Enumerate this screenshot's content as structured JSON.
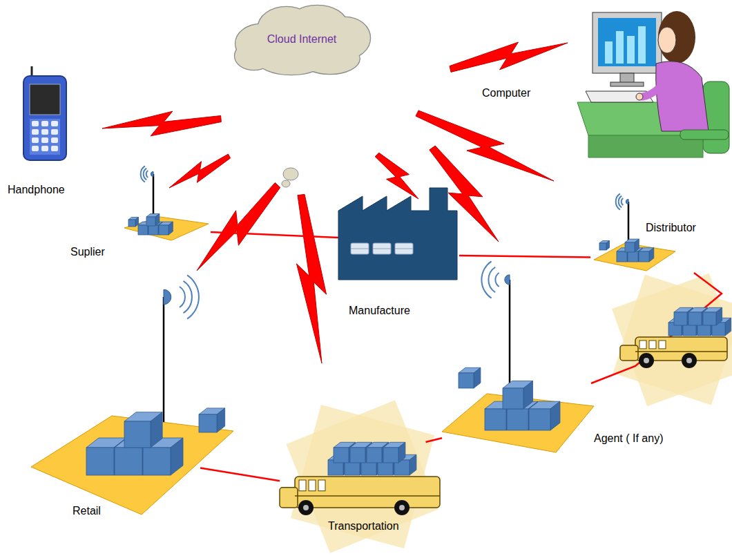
{
  "diagram": {
    "nodes": [
      {
        "text": [
          "Cloud Internet"
        ]
      },
      {
        "text": [
          "Handphone"
        ]
      },
      {
        "text": [
          "Computer"
        ]
      },
      {
        "text": [
          "Suplier"
        ]
      },
      {
        "text": [
          "Manufacture"
        ]
      },
      {
        "text": [
          "Distributor"
        ]
      },
      {
        "text": [
          "Agent ( If any)"
        ]
      },
      {
        "text": [
          "Transportation"
        ]
      },
      {
        "text": [
          "Retail"
        ]
      }
    ],
    "edges": [
      {
        "from": 3,
        "to": 4,
        "arrow": "none"
      },
      {
        "from": 4,
        "to": 5,
        "arrow": "none"
      },
      {
        "from": 5,
        "to": 6,
        "arrow": "none"
      },
      {
        "from": 6,
        "to": 7,
        "arrow": "none"
      },
      {
        "from": 7,
        "to": 8,
        "arrow": "none"
      }
    ]
  }
}
